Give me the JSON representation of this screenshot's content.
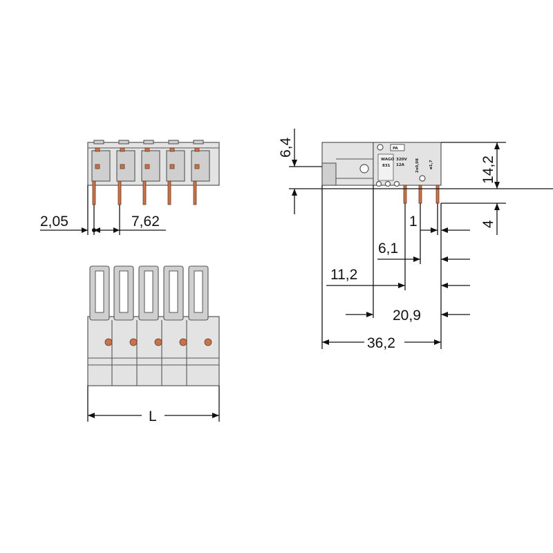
{
  "dimensions": {
    "pin_offset": "2,05",
    "pitch": "7,62",
    "height_top": "6,4",
    "height_total": "14,2",
    "pin_length": "4",
    "pin_spacing": "1",
    "dim_6_1": "6,1",
    "dim_11_2": "11,2",
    "dim_20_9": "20,9",
    "depth_total": "36,2",
    "length": "L"
  },
  "marking": {
    "brand": "WAGO",
    "series": "831",
    "voltage": "320V",
    "current": "12A",
    "wire": "2x0,08",
    "pin_dia": "ø1,7",
    "material": "PA"
  },
  "colors": {
    "housing": "#e3e3e3",
    "pin": "#c8734a",
    "line": "#111111"
  }
}
